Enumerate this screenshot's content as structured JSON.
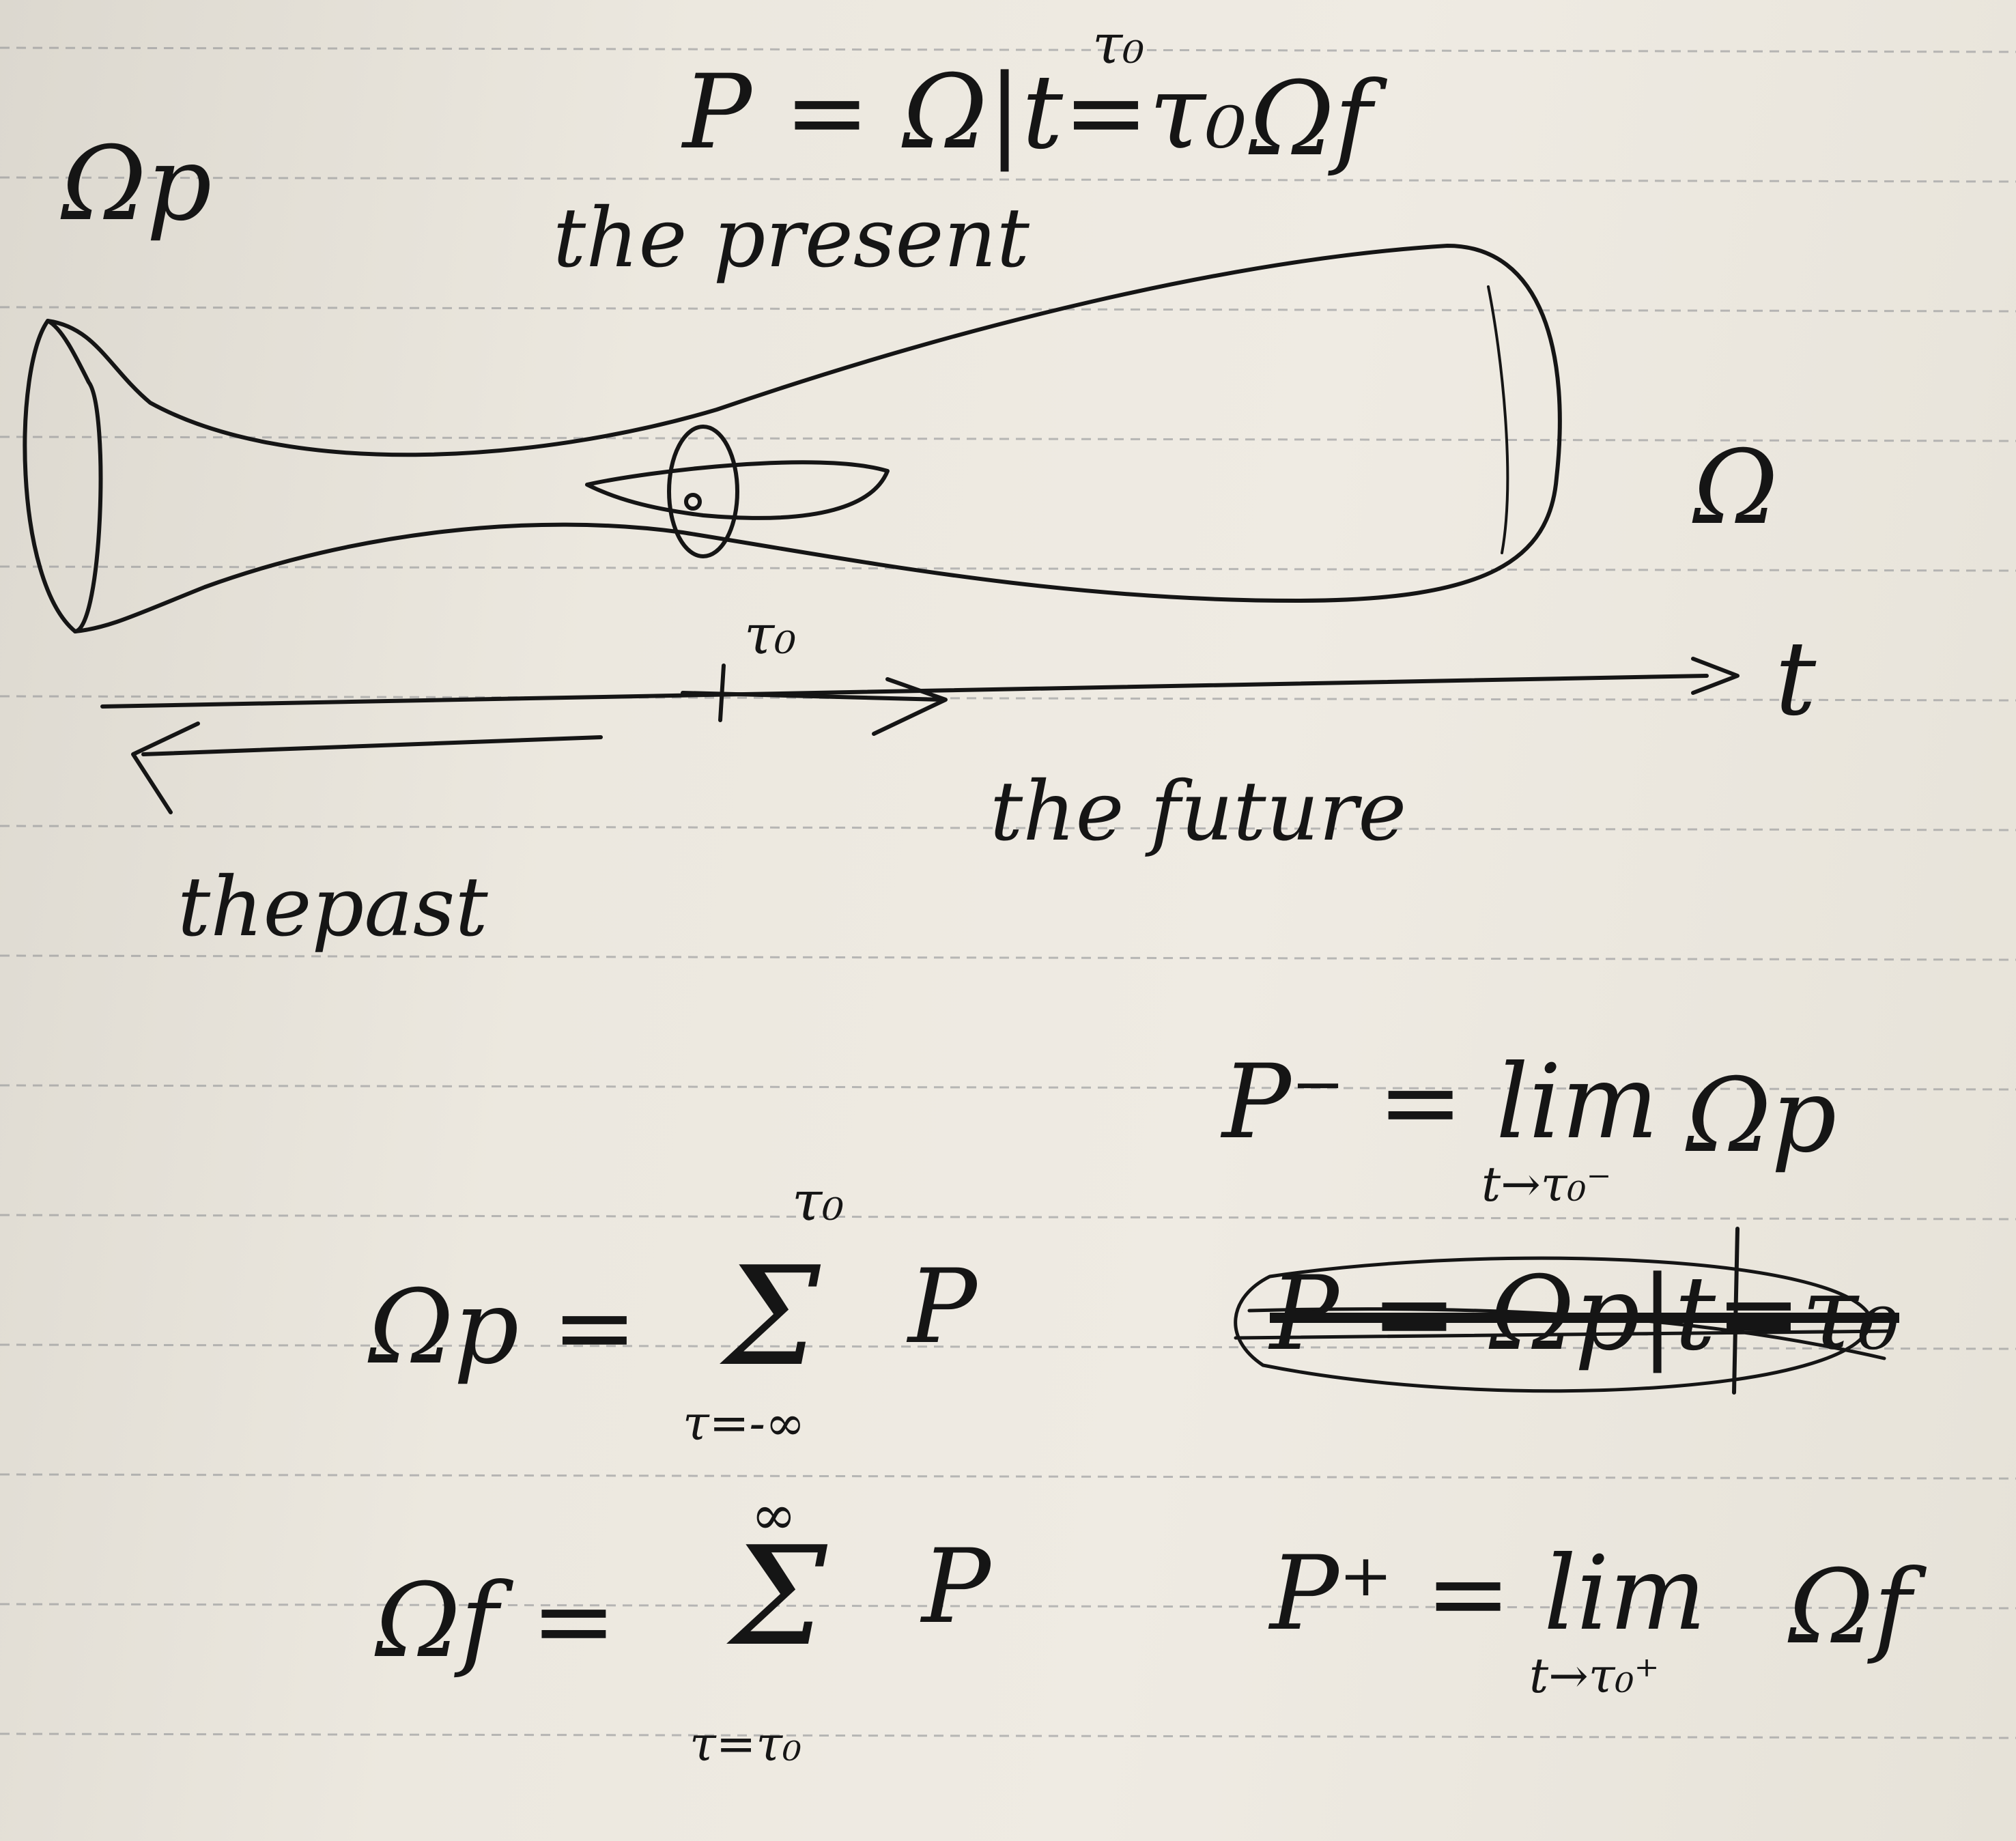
{
  "page": {
    "paper_color": "#ece8df",
    "ink_color": "#151515",
    "rule_color": "#8a8c90"
  },
  "diagram": {
    "omega_p_label": "Ωp",
    "present_formula": "P = Ω|t=τ₀",
    "present_formula_superscript": "τ₀",
    "omega_f_label": "Ωf",
    "present_label": "the present",
    "omega_label": "Ω",
    "tau0_label": "τ₀",
    "t_axis_label": "t",
    "past_label": "thepast",
    "future_label": "the future"
  },
  "equations": {
    "omega_p_sum": {
      "lhs": "Ωp =",
      "sigma": "Σ",
      "upper": "τ₀",
      "lower": "τ=-∞",
      "rhs": "P"
    },
    "omega_f_sum": {
      "lhs": "Ωf =",
      "sigma": "Σ",
      "upper": "∞",
      "lower": "τ=τ₀",
      "rhs": "P"
    },
    "p_minus": {
      "lhs": "P⁻ = lim",
      "sub": "t→τ₀⁻",
      "rhs": "Ωp"
    },
    "p_plus": {
      "lhs": "P⁺ = lim",
      "sub": "t→τ₀⁺",
      "rhs": "Ωf"
    },
    "struck_formula": "P = Ωp|t=τ₀"
  }
}
